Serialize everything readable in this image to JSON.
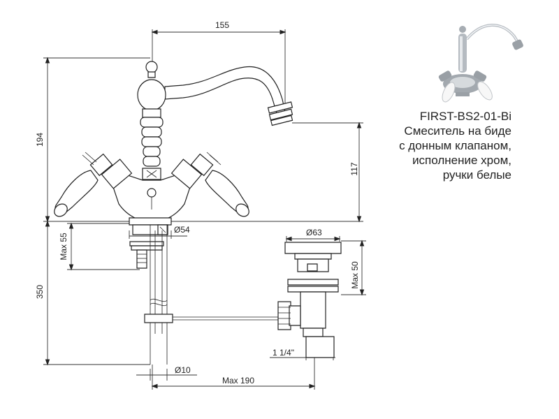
{
  "product": {
    "code": "FIRST-BS2-01-Bi",
    "description_lines": [
      "Смеситель на биде",
      "с донным клапаном,",
      "исполнение хром,",
      "ручки белые"
    ]
  },
  "dimensions": {
    "spout_reach": "155",
    "total_height": "194",
    "spout_height": "117",
    "mount_diameter": "Ø54",
    "thread_length": "Max 55",
    "below_deck": "350",
    "drain_diameter": "Ø63",
    "drain_cap_height": "Max 50",
    "drain_thread": "1 1/4\"",
    "rod_diameter": "Ø10",
    "rod_reach": "Max 190"
  }
}
